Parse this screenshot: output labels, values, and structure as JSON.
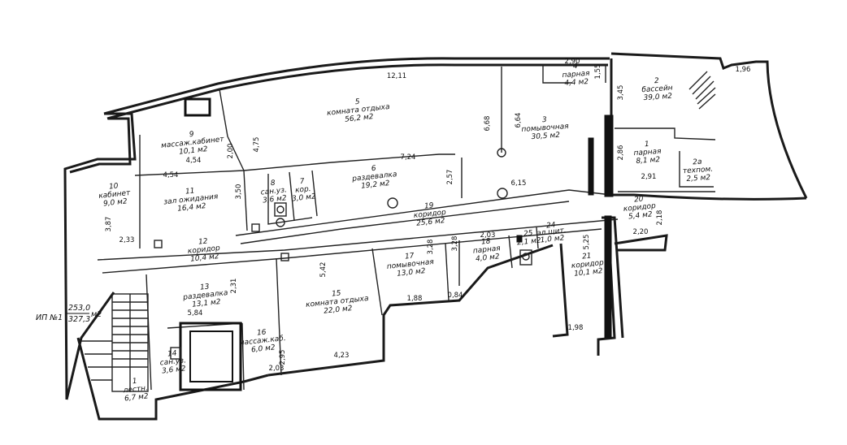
{
  "plan": {
    "legend": {
      "label": "ИП №1",
      "area_top": "253,0",
      "area_bottom": "327,3",
      "unit": "м2"
    },
    "rooms": [
      {
        "num": "1",
        "name": "лестн.",
        "area": "6,7 м2"
      },
      {
        "num": "2",
        "name": "бассейн",
        "area": "39,0 м2"
      },
      {
        "num": "1",
        "name": "парная",
        "area": "8,1 м2"
      },
      {
        "num": "2а",
        "name": "техпом.",
        "area": "2,5 м2"
      },
      {
        "num": "3",
        "name": "помывочная",
        "area": "30,5 м2"
      },
      {
        "num": "4",
        "name": "парная",
        "area": "4,4 м2"
      },
      {
        "num": "5",
        "name": "комната отдыха",
        "area": "56,2 м2"
      },
      {
        "num": "6",
        "name": "раздевалка",
        "area": "19,2 м2"
      },
      {
        "num": "7",
        "name": "кор.",
        "area": "3,0 м2"
      },
      {
        "num": "8",
        "name": "сан.уз.",
        "area": "3,6 м2"
      },
      {
        "num": "9",
        "name": "массаж.кабинет",
        "area": "10,1 м2"
      },
      {
        "num": "10",
        "name": "кабинет",
        "area": "9,0 м2"
      },
      {
        "num": "11",
        "name": "зал ожидания",
        "area": "16,4 м2"
      },
      {
        "num": "12",
        "name": "коридор",
        "area": "10,4 м2"
      },
      {
        "num": "13",
        "name": "раздевалка",
        "area": "13,1 м2"
      },
      {
        "num": "14",
        "name": "сан.уз.",
        "area": "3,6 м2"
      },
      {
        "num": "15",
        "name": "комната отдыха",
        "area": "22,0 м2"
      },
      {
        "num": "16",
        "name": "массаж.каб.",
        "area": "6,0 м2"
      },
      {
        "num": "17",
        "name": "помывочная",
        "area": "13,0 м2"
      },
      {
        "num": "18",
        "name": "парная",
        "area": "4,0 м2"
      },
      {
        "num": "19",
        "name": "коридор",
        "area": "25,6 м2"
      },
      {
        "num": "20",
        "name": "коридор",
        "area": "5,4 м2"
      },
      {
        "num": "21",
        "name": "коридор",
        "area": "10,1 м2"
      },
      {
        "num": "24",
        "name": "эл.щит.",
        "area": "1,0 м2"
      },
      {
        "num": "25",
        "name": "",
        "area": "2,1 м2"
      }
    ],
    "dimensions": [
      "12,11",
      "2,90",
      "1,55",
      "3,45",
      "1,96",
      "6,68",
      "6,64",
      "2,86",
      "2,91",
      "4,75",
      "2,00",
      "4,54",
      "4,54",
      "3,50",
      "7,24",
      "2,57",
      "6,15",
      "3,87",
      "2,33",
      "2,31",
      "5,84",
      "5,42",
      "3,28",
      "3,28",
      "2,03",
      "1,88",
      "0,84",
      "2,18",
      "2,20",
      "5,25",
      "1,98",
      "2,95",
      "2,03",
      "4,23"
    ]
  }
}
